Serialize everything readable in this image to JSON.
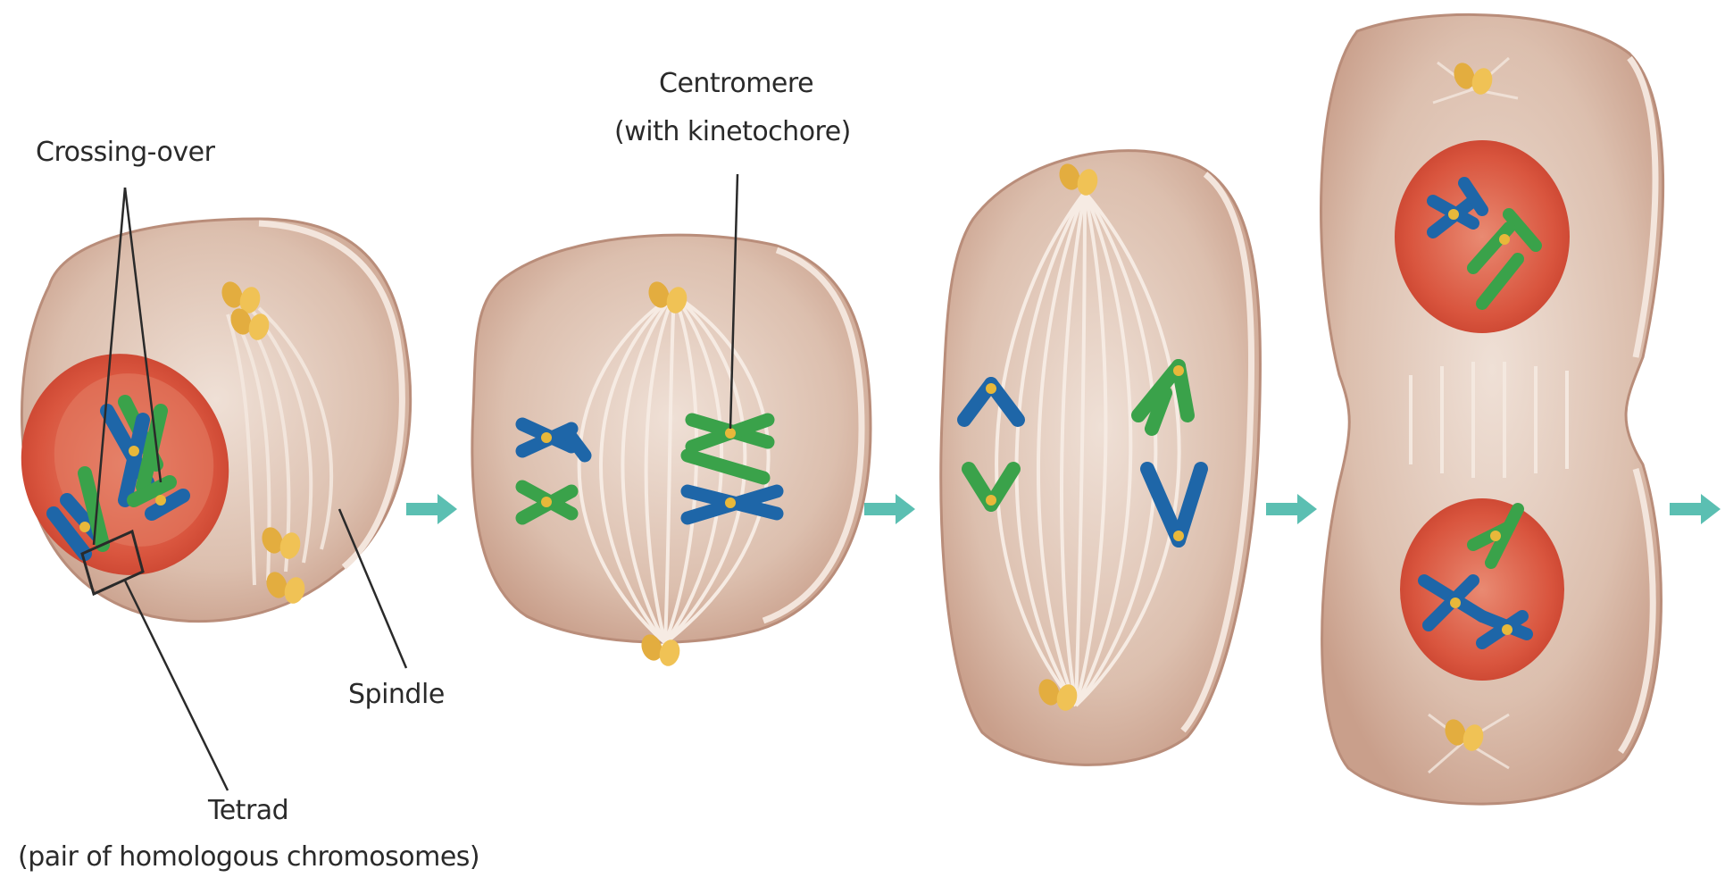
{
  "labels": {
    "crossing_over": "Crossing-over",
    "centromere": "Centromere",
    "centromere_detail": "(with kinetochore)",
    "spindle": "Spindle",
    "tetrad": "Tetrad",
    "tetrad_detail": "(pair of homologous chromosomes)"
  },
  "colors": {
    "background": "#ffffff",
    "cytoplasm": "#dcbfae",
    "cytoplasm_edge": "#c89f8c",
    "membrane_highlight": "#f1e3da",
    "nucleus": "#d7533d",
    "nucleus_inner": "#e06a55",
    "chromosome_blue": "#1e66a8",
    "chromosome_green": "#3aa24a",
    "centromere_yellow": "#e8b83a",
    "centrosome": "#e5b24a",
    "spindle_fiber": "#f3e6dc",
    "arrow": "#5bbfb2",
    "leader_line": "#2a2a2a"
  },
  "icons": {
    "arrow": "right-arrow-icon",
    "centrosome": "centrosome-icon"
  }
}
